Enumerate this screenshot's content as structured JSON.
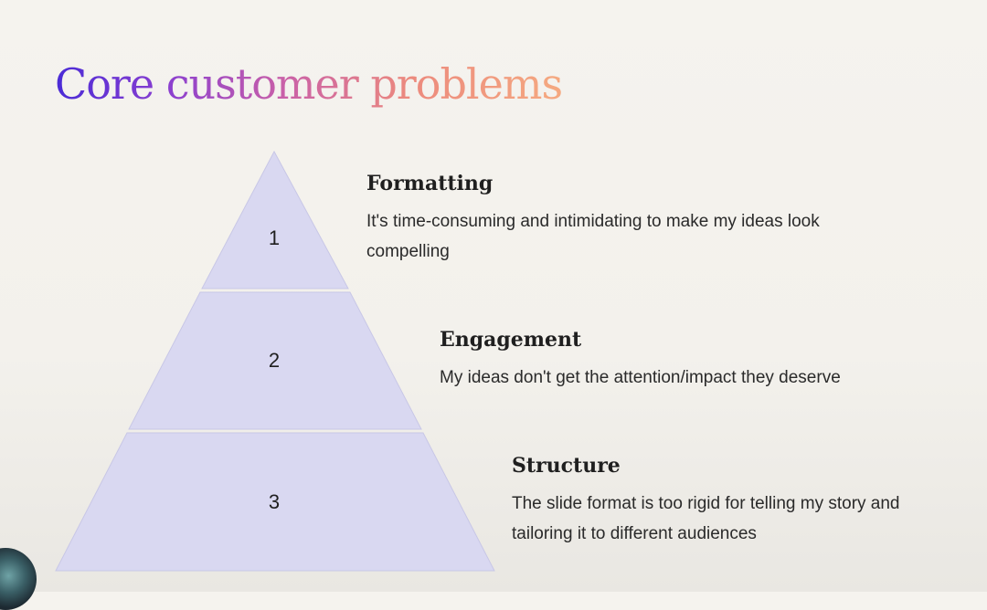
{
  "slide": {
    "title": "Core customer problems"
  },
  "pyramid": {
    "fill_color": "#d9d8f1",
    "tiers": [
      {
        "number": "1",
        "heading": "Formatting",
        "description": "It's time-consuming and intimidating to make my ideas look compelling"
      },
      {
        "number": "2",
        "heading": "Engagement",
        "description": "My ideas don't get the attention/impact they deserve"
      },
      {
        "number": "3",
        "heading": "Structure",
        "description": "The slide format is too rigid for telling my story and tailoring it to different audiences"
      }
    ]
  },
  "colors": {
    "title_gradient": [
      "#4a2bd6",
      "#8a3fd0",
      "#c960a8",
      "#ec8a7e",
      "#f5a980"
    ],
    "text": "#1f1f1f",
    "background": "#f5f3ee"
  }
}
